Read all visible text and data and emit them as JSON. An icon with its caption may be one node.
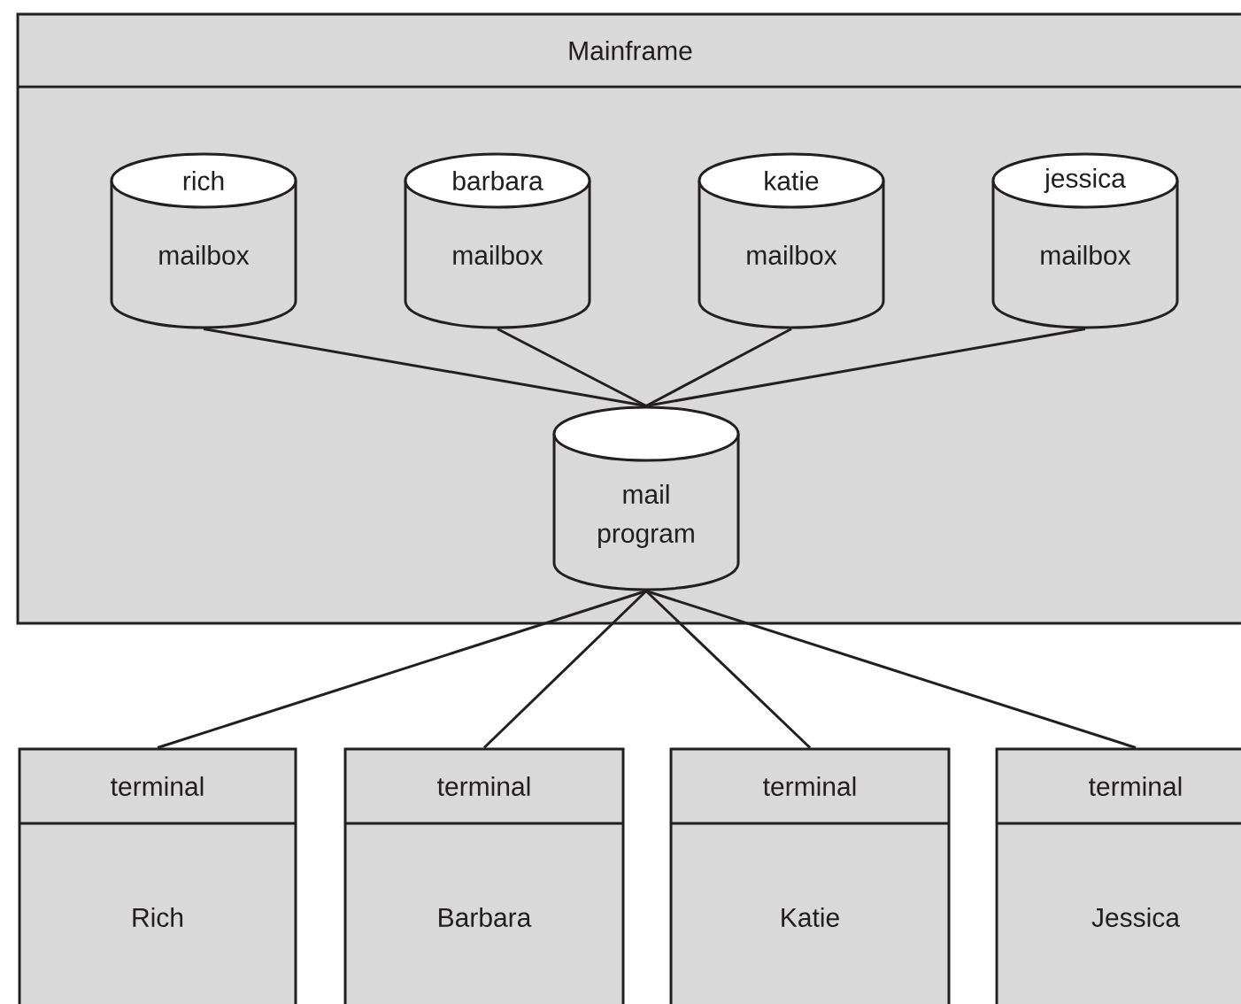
{
  "diagram": {
    "nodes": [
      {
        "text": [
          "Mainframe"
        ]
      },
      {
        "text": [
          "rich",
          "mailbox"
        ],
        "in": 0
      },
      {
        "text": [
          "barbara",
          "mailbox"
        ],
        "in": 0
      },
      {
        "text": [
          "katie",
          "mailbox"
        ],
        "in": 0
      },
      {
        "text": [
          "jessica",
          "mailbox"
        ],
        "in": 0
      },
      {
        "text": [
          "mail program"
        ],
        "in": 0
      },
      {
        "text": [
          "terminal",
          "Rich"
        ]
      },
      {
        "text": [
          "terminal",
          "Barbara"
        ]
      },
      {
        "text": [
          "terminal",
          "Katie"
        ]
      },
      {
        "text": [
          "terminal",
          "Jessica"
        ]
      }
    ],
    "edges": [
      {
        "from": 1,
        "to": 5,
        "arrow": "none"
      },
      {
        "from": 2,
        "to": 5,
        "arrow": "none"
      },
      {
        "from": 3,
        "to": 5,
        "arrow": "none"
      },
      {
        "from": 4,
        "to": 5,
        "arrow": "none"
      },
      {
        "from": 5,
        "to": 6,
        "arrow": "none"
      },
      {
        "from": 5,
        "to": 7,
        "arrow": "none"
      },
      {
        "from": 5,
        "to": 8,
        "arrow": "none"
      },
      {
        "from": 5,
        "to": 9,
        "arrow": "none"
      }
    ]
  }
}
